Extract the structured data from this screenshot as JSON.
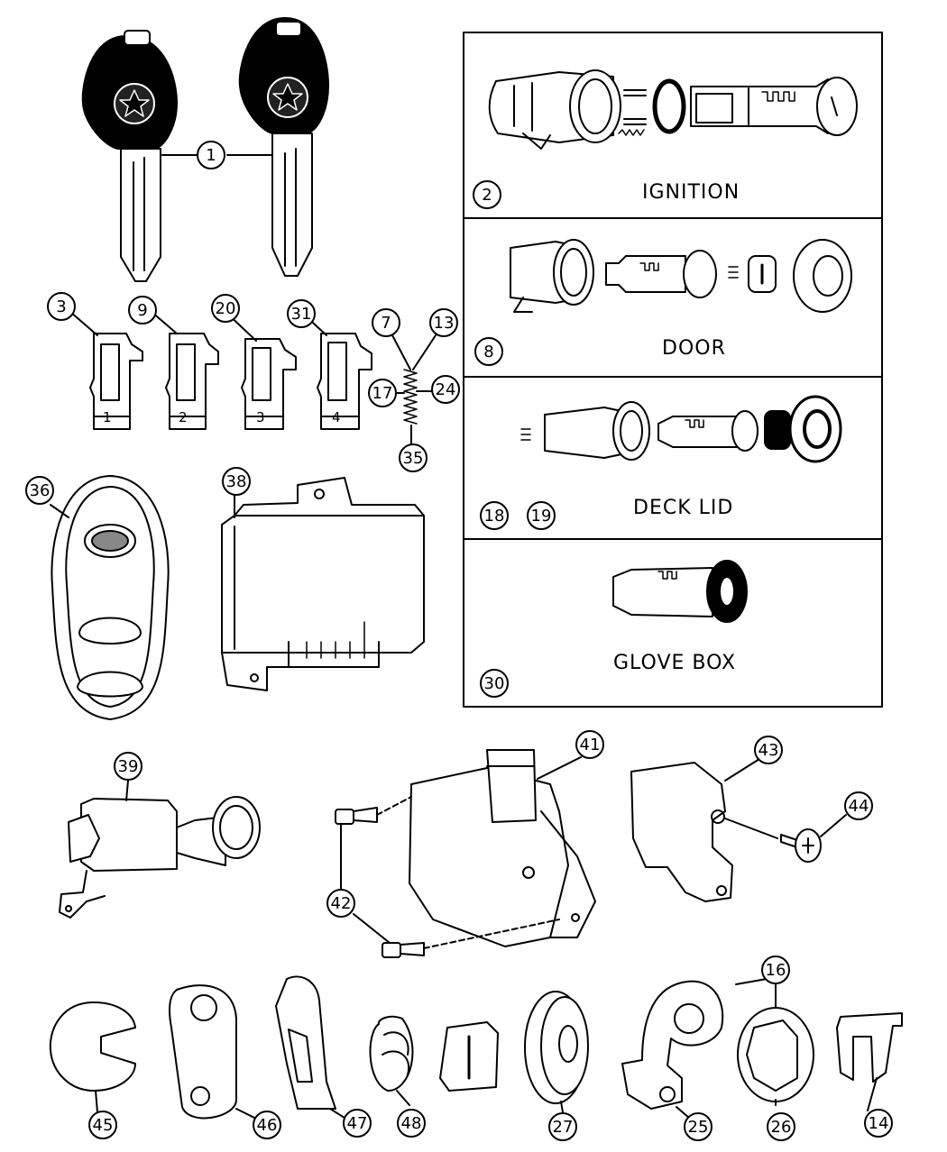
{
  "panels": {
    "ignition": "IGNITION",
    "door": "DOOR",
    "deck_lid": "DECK LID",
    "glove_box": "GLOVE BOX"
  },
  "tumbler_numbers": [
    "1",
    "2",
    "3",
    "4"
  ],
  "callouts": {
    "c1": "1",
    "c2": "2",
    "c3": "3",
    "c7": "7",
    "c8": "8",
    "c9": "9",
    "c13": "13",
    "c14": "14",
    "c16": "16",
    "c17": "17",
    "c18": "18",
    "c19": "19",
    "c20": "20",
    "c24": "24",
    "c25": "25",
    "c26": "26",
    "c27": "27",
    "c30": "30",
    "c31": "31",
    "c35": "35",
    "c36": "36",
    "c38": "38",
    "c39": "39",
    "c41": "41",
    "c42": "42",
    "c43": "43",
    "c44": "44",
    "c45": "45",
    "c46": "46",
    "c47": "47",
    "c48": "48"
  }
}
